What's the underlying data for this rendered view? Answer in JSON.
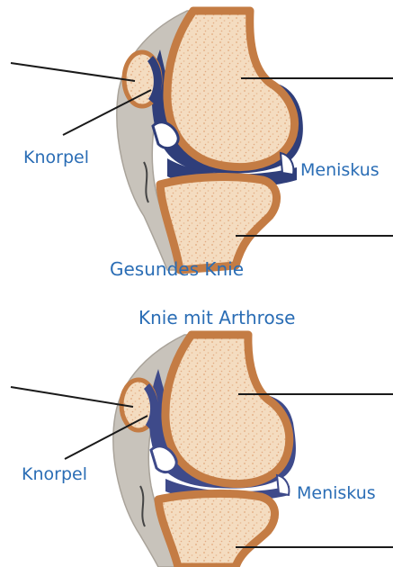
{
  "colors": {
    "label_blue": "#2a6db5",
    "bone_fill": "#f4dcc0",
    "bone_speckle": "#e6b48c",
    "bone_rim": "#c47c44",
    "bone_rim_inner": "#d9955a",
    "cartilage": "#2f3e7a",
    "cartilage_worn": "#3e4a8a",
    "capsule": "#c8c3bb",
    "kneecap_cartilage": "#f2d6cc",
    "leader_line": "#1a1a1a"
  },
  "healthy": {
    "caption": "Gesundes Knie",
    "label_cartilage": "Knorpel",
    "label_meniscus": "Meniskus"
  },
  "arthritic": {
    "caption": "Knie mit Arthrose",
    "label_cartilage": "Knorpel",
    "label_meniscus": "Meniskus"
  }
}
